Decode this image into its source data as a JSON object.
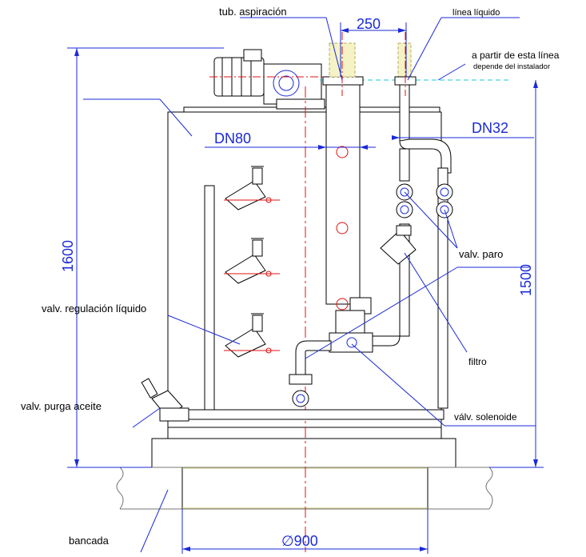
{
  "labels": {
    "tub_aspiracion": "tub. aspiración",
    "linea_liquido": "línea líquido",
    "instalador_1": "a partir de esta línea",
    "instalador_2": "depende del instalador",
    "dn80": "DN80",
    "dn32": "DN32",
    "valv_paro": "valv. paro",
    "valv_regulacion": "valv. regulación líquido",
    "filtro": "filtro",
    "valv_purga": "valv. purga aceite",
    "valv_solenoide": "válv. solenoide",
    "bancada": "bancada"
  },
  "dimensions": {
    "d250": "250",
    "d1600": "1600",
    "d1500": "1500",
    "d900": "∅900"
  },
  "colors": {
    "dimension": "#1a2ad8",
    "centerline": "#e01010",
    "installer_line": "#19c9d6",
    "pipe_fill_accent": "#d9d98a"
  }
}
